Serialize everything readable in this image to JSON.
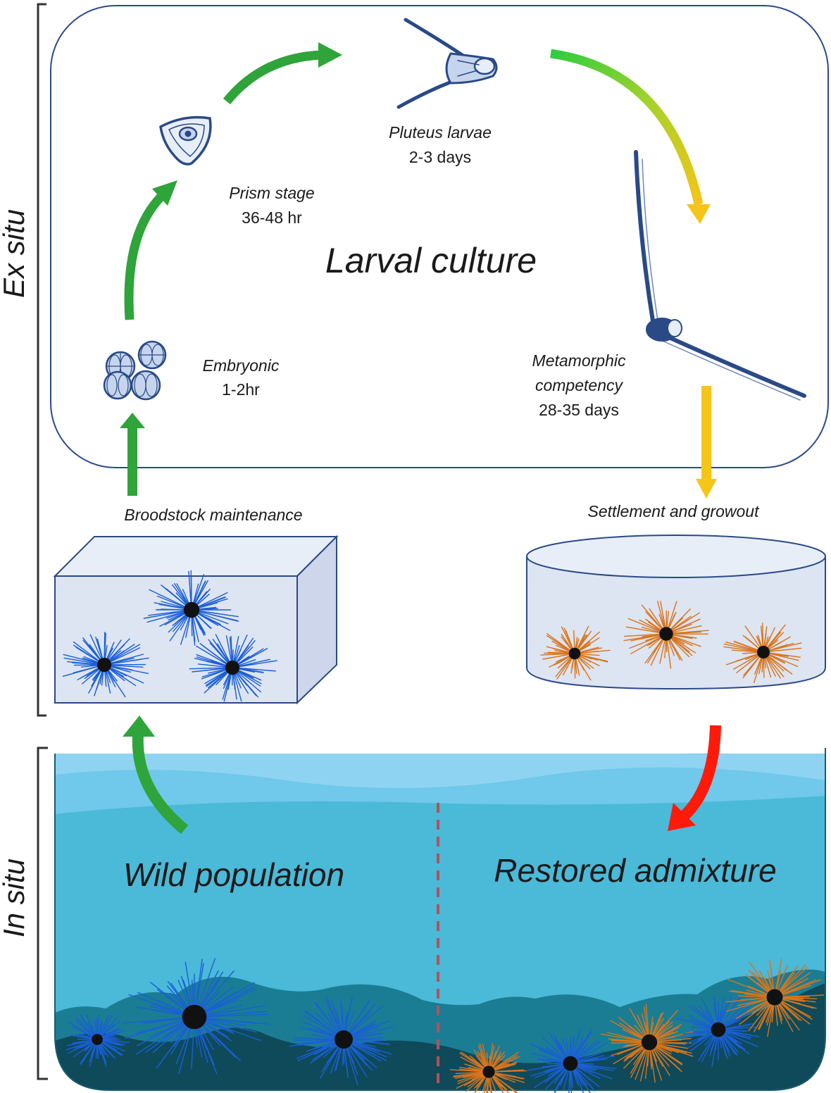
{
  "sections": {
    "ex_situ": "Ex situ",
    "in_situ": "In situ"
  },
  "larval_culture": {
    "title": "Larval culture",
    "stages": {
      "embryonic": {
        "name": "Embryonic",
        "time": "1-2hr"
      },
      "prism": {
        "name": "Prism stage",
        "time": "36-48 hr"
      },
      "pluteus": {
        "name": "Pluteus larvae",
        "time": "2-3 days"
      },
      "metamorphic": {
        "name_line1": "Metamorphic",
        "name_line2": "competency",
        "time": "28-35 days"
      }
    }
  },
  "broodstock": {
    "label": "Broodstock maintenance"
  },
  "settlement": {
    "label": "Settlement and growout"
  },
  "ocean": {
    "wild": "Wild population",
    "restored": "Restored admixture"
  },
  "colors": {
    "outline": "#2a4a86",
    "tank_fill": "#dde4f2",
    "green_arrow": "#2ea43a",
    "yellow_arrow": "#f5c518",
    "red_arrow": "#ff1a0a",
    "water_top": "#8fd3f2",
    "water_mid": "#4bb9d8",
    "water_deep": "#1a7d94",
    "seafloor": "#0e4a5a",
    "divider": "#b4505a",
    "urchin_blue": "#1a5fd6",
    "urchin_orange": "#d9741a"
  },
  "icons": [
    "embryo-cells-icon",
    "prism-larva-icon",
    "pluteus-larva-icon",
    "competent-larva-icon",
    "sea-urchin-icon"
  ]
}
